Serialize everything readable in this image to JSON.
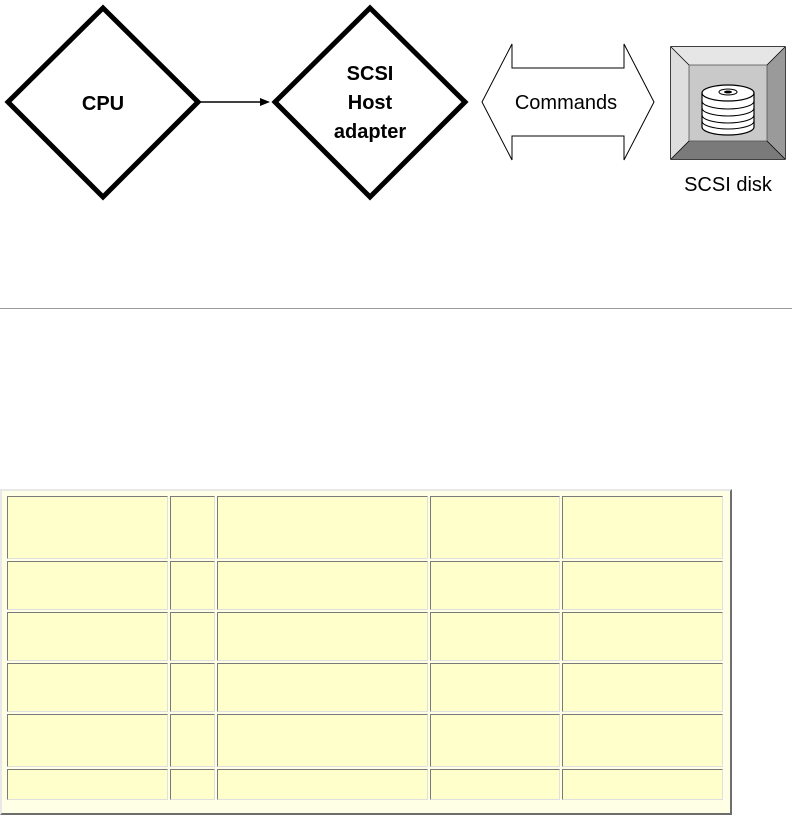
{
  "diagram": {
    "cpu_label": "CPU",
    "host_adapter_label": [
      "SCSI",
      "Host",
      "adapter"
    ],
    "commands_label": "Commands",
    "disk_label": "SCSI disk"
  },
  "table": {
    "columns": 5,
    "rows": [
      [
        "",
        "",
        "",
        "",
        ""
      ],
      [
        "",
        "",
        "",
        "",
        ""
      ],
      [
        "",
        "",
        "",
        "",
        ""
      ],
      [
        "",
        "",
        "",
        "",
        ""
      ],
      [
        "",
        "",
        "",
        "",
        ""
      ],
      [
        "",
        "",
        "",
        "",
        ""
      ]
    ]
  },
  "colors": {
    "table_cell": "#ffffcc",
    "disk_face": "#c0c0c0"
  }
}
